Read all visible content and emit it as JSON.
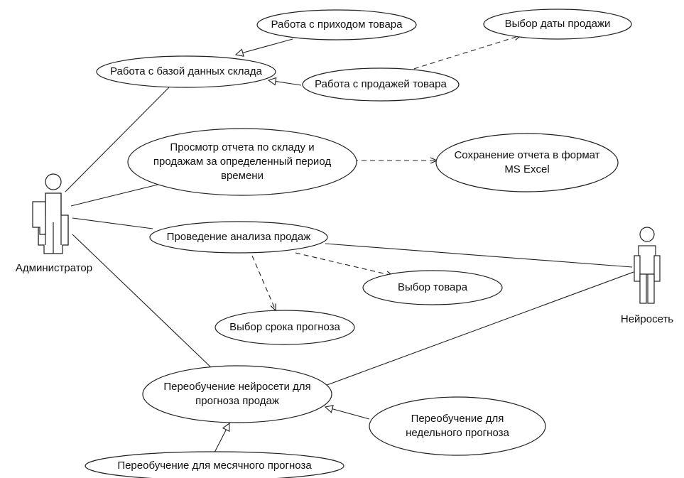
{
  "actors": {
    "admin": "Администратор",
    "neural": "Нейросеть"
  },
  "use_cases": {
    "incoming": "Работа с приходом товара",
    "date": "Выбор даты продажи",
    "warehouse_db": "Работа с базой данных склада",
    "sales": "Работа с продажей товара",
    "report_line1": "Просмотр отчета по складу и",
    "report_line2": "продажам за определенный период",
    "report_line3": "времени",
    "excel_line1": "Сохранение отчета в формат",
    "excel_line2": "MS Excel",
    "analysis": "Проведение анализа продаж",
    "product": "Выбор товара",
    "forecast_term": "Выбор срока прогноза",
    "retrain_line1": "Переобучение нейросети для",
    "retrain_line2": "прогноза продаж",
    "weekly_line1": "Переобучение для",
    "weekly_line2": "недельного прогноза",
    "monthly": "Переобучение для месячного прогноза"
  }
}
